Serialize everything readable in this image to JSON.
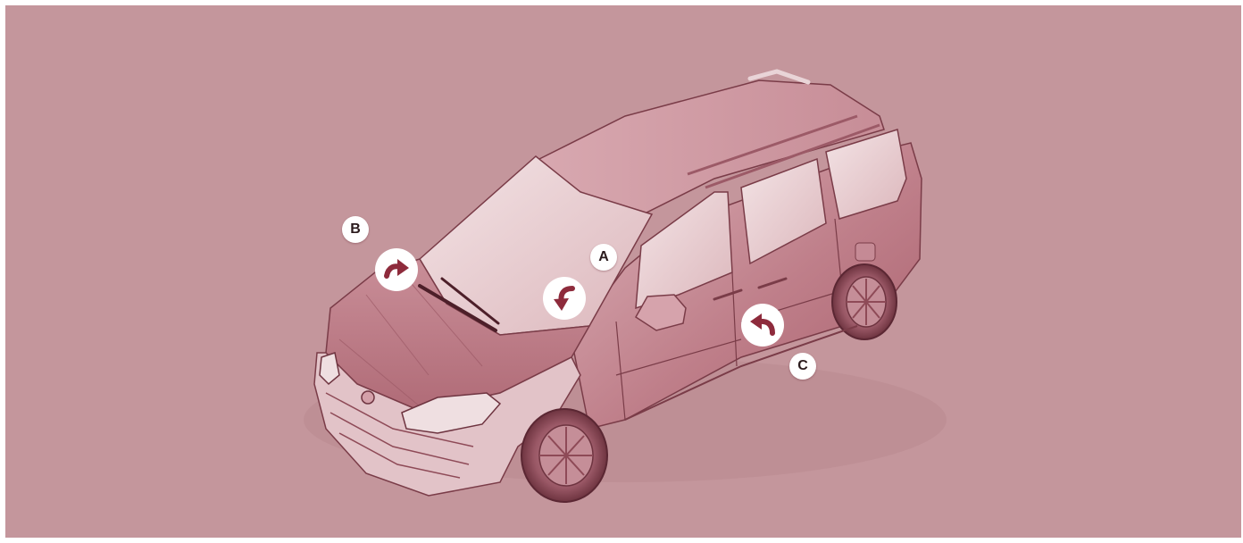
{
  "diagram": {
    "background_color": "#c4969c",
    "vehicle": {
      "body_color": "#b66f7b",
      "glass_color": "#ead0d3",
      "highlight_color": "#f3e4e6",
      "outline_color": "#6e3440"
    },
    "arrow_color": "#8e2b3c",
    "callouts": [
      {
        "label": "A",
        "icon": "curved-arrow-down-icon"
      },
      {
        "label": "B",
        "icon": "curved-arrow-right-icon"
      },
      {
        "label": "C",
        "icon": "curved-arrow-left-icon"
      }
    ]
  }
}
